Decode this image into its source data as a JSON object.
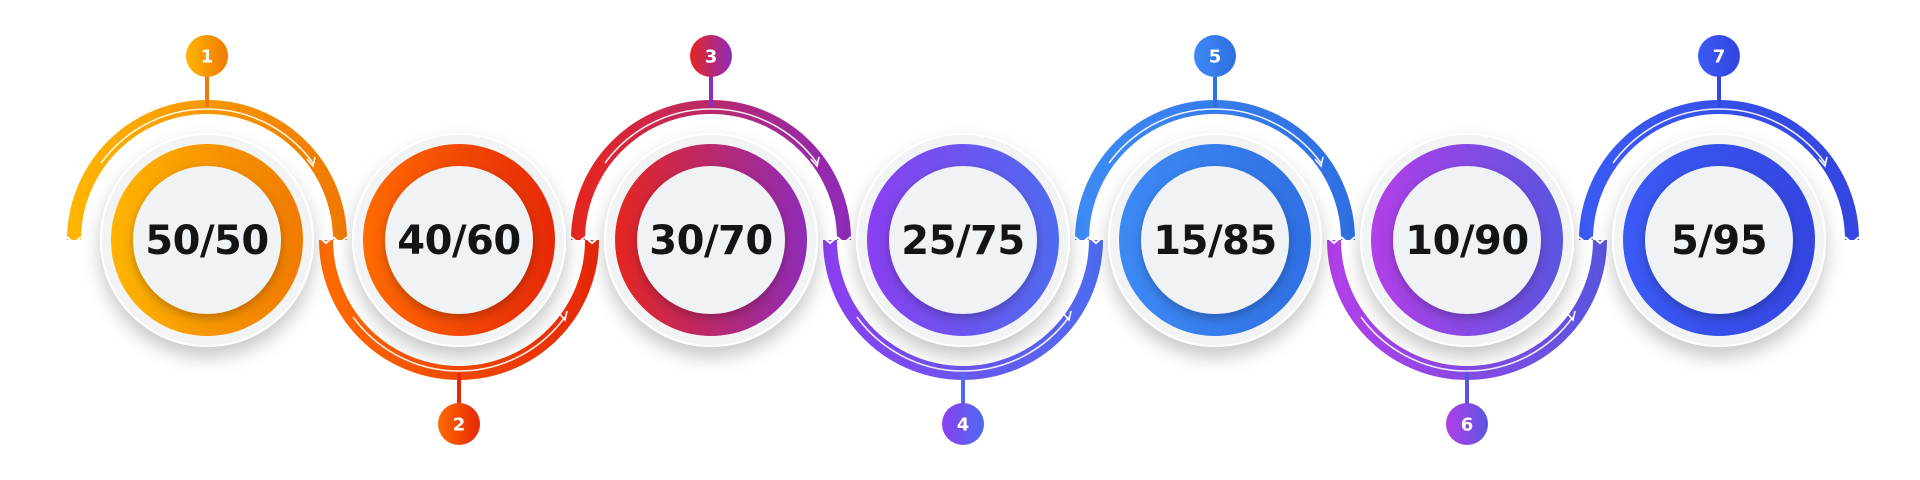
{
  "steps": [
    {
      "number": "1",
      "ratio": "50/50",
      "color_a": "#FFB400",
      "color_b": "#F07A00"
    },
    {
      "number": "2",
      "ratio": "40/60",
      "color_a": "#FF6A00",
      "color_b": "#E52808"
    },
    {
      "number": "3",
      "ratio": "30/70",
      "color_a": "#E52620",
      "color_b": "#8E2BB8"
    },
    {
      "number": "4",
      "ratio": "25/75",
      "color_a": "#8A3FF0",
      "color_b": "#4E6BF0"
    },
    {
      "number": "5",
      "ratio": "15/85",
      "color_a": "#3D8AF5",
      "color_b": "#2F6FE2"
    },
    {
      "number": "6",
      "ratio": "10/90",
      "color_a": "#B23FE8",
      "color_b": "#5A55E0"
    },
    {
      "number": "7",
      "ratio": "5/95",
      "color_a": "#3A5AF5",
      "color_b": "#3445E0"
    }
  ]
}
